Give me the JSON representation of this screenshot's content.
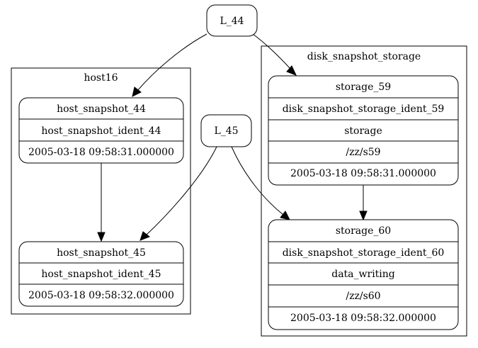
{
  "clusters": {
    "host16": {
      "label": "host16"
    },
    "disk_snapshot_storage": {
      "label": "disk_snapshot_storage"
    }
  },
  "nodes": {
    "L_44": {
      "label": "L_44"
    },
    "L_45": {
      "label": "L_45"
    },
    "host_snapshot_44": {
      "fields": [
        "host_snapshot_44",
        "host_snapshot_ident_44",
        "2005-03-18 09:58:31.000000"
      ]
    },
    "host_snapshot_45": {
      "fields": [
        "host_snapshot_45",
        "host_snapshot_ident_45",
        "2005-03-18 09:58:32.000000"
      ]
    },
    "storage_59": {
      "fields": [
        "storage_59",
        "disk_snapshot_storage_ident_59",
        "storage",
        "/zz/s59",
        "2005-03-18 09:58:31.000000"
      ]
    },
    "storage_60": {
      "fields": [
        "storage_60",
        "disk_snapshot_storage_ident_60",
        "data_writing",
        "/zz/s60",
        "2005-03-18 09:58:32.000000"
      ]
    }
  },
  "edges": [
    {
      "from": "L_44",
      "to": "host_snapshot_44"
    },
    {
      "from": "L_44",
      "to": "storage_59"
    },
    {
      "from": "L_45",
      "to": "host_snapshot_45"
    },
    {
      "from": "L_45",
      "to": "storage_60"
    },
    {
      "from": "host_snapshot_44",
      "to": "host_snapshot_45"
    },
    {
      "from": "storage_59",
      "to": "storage_60"
    }
  ]
}
